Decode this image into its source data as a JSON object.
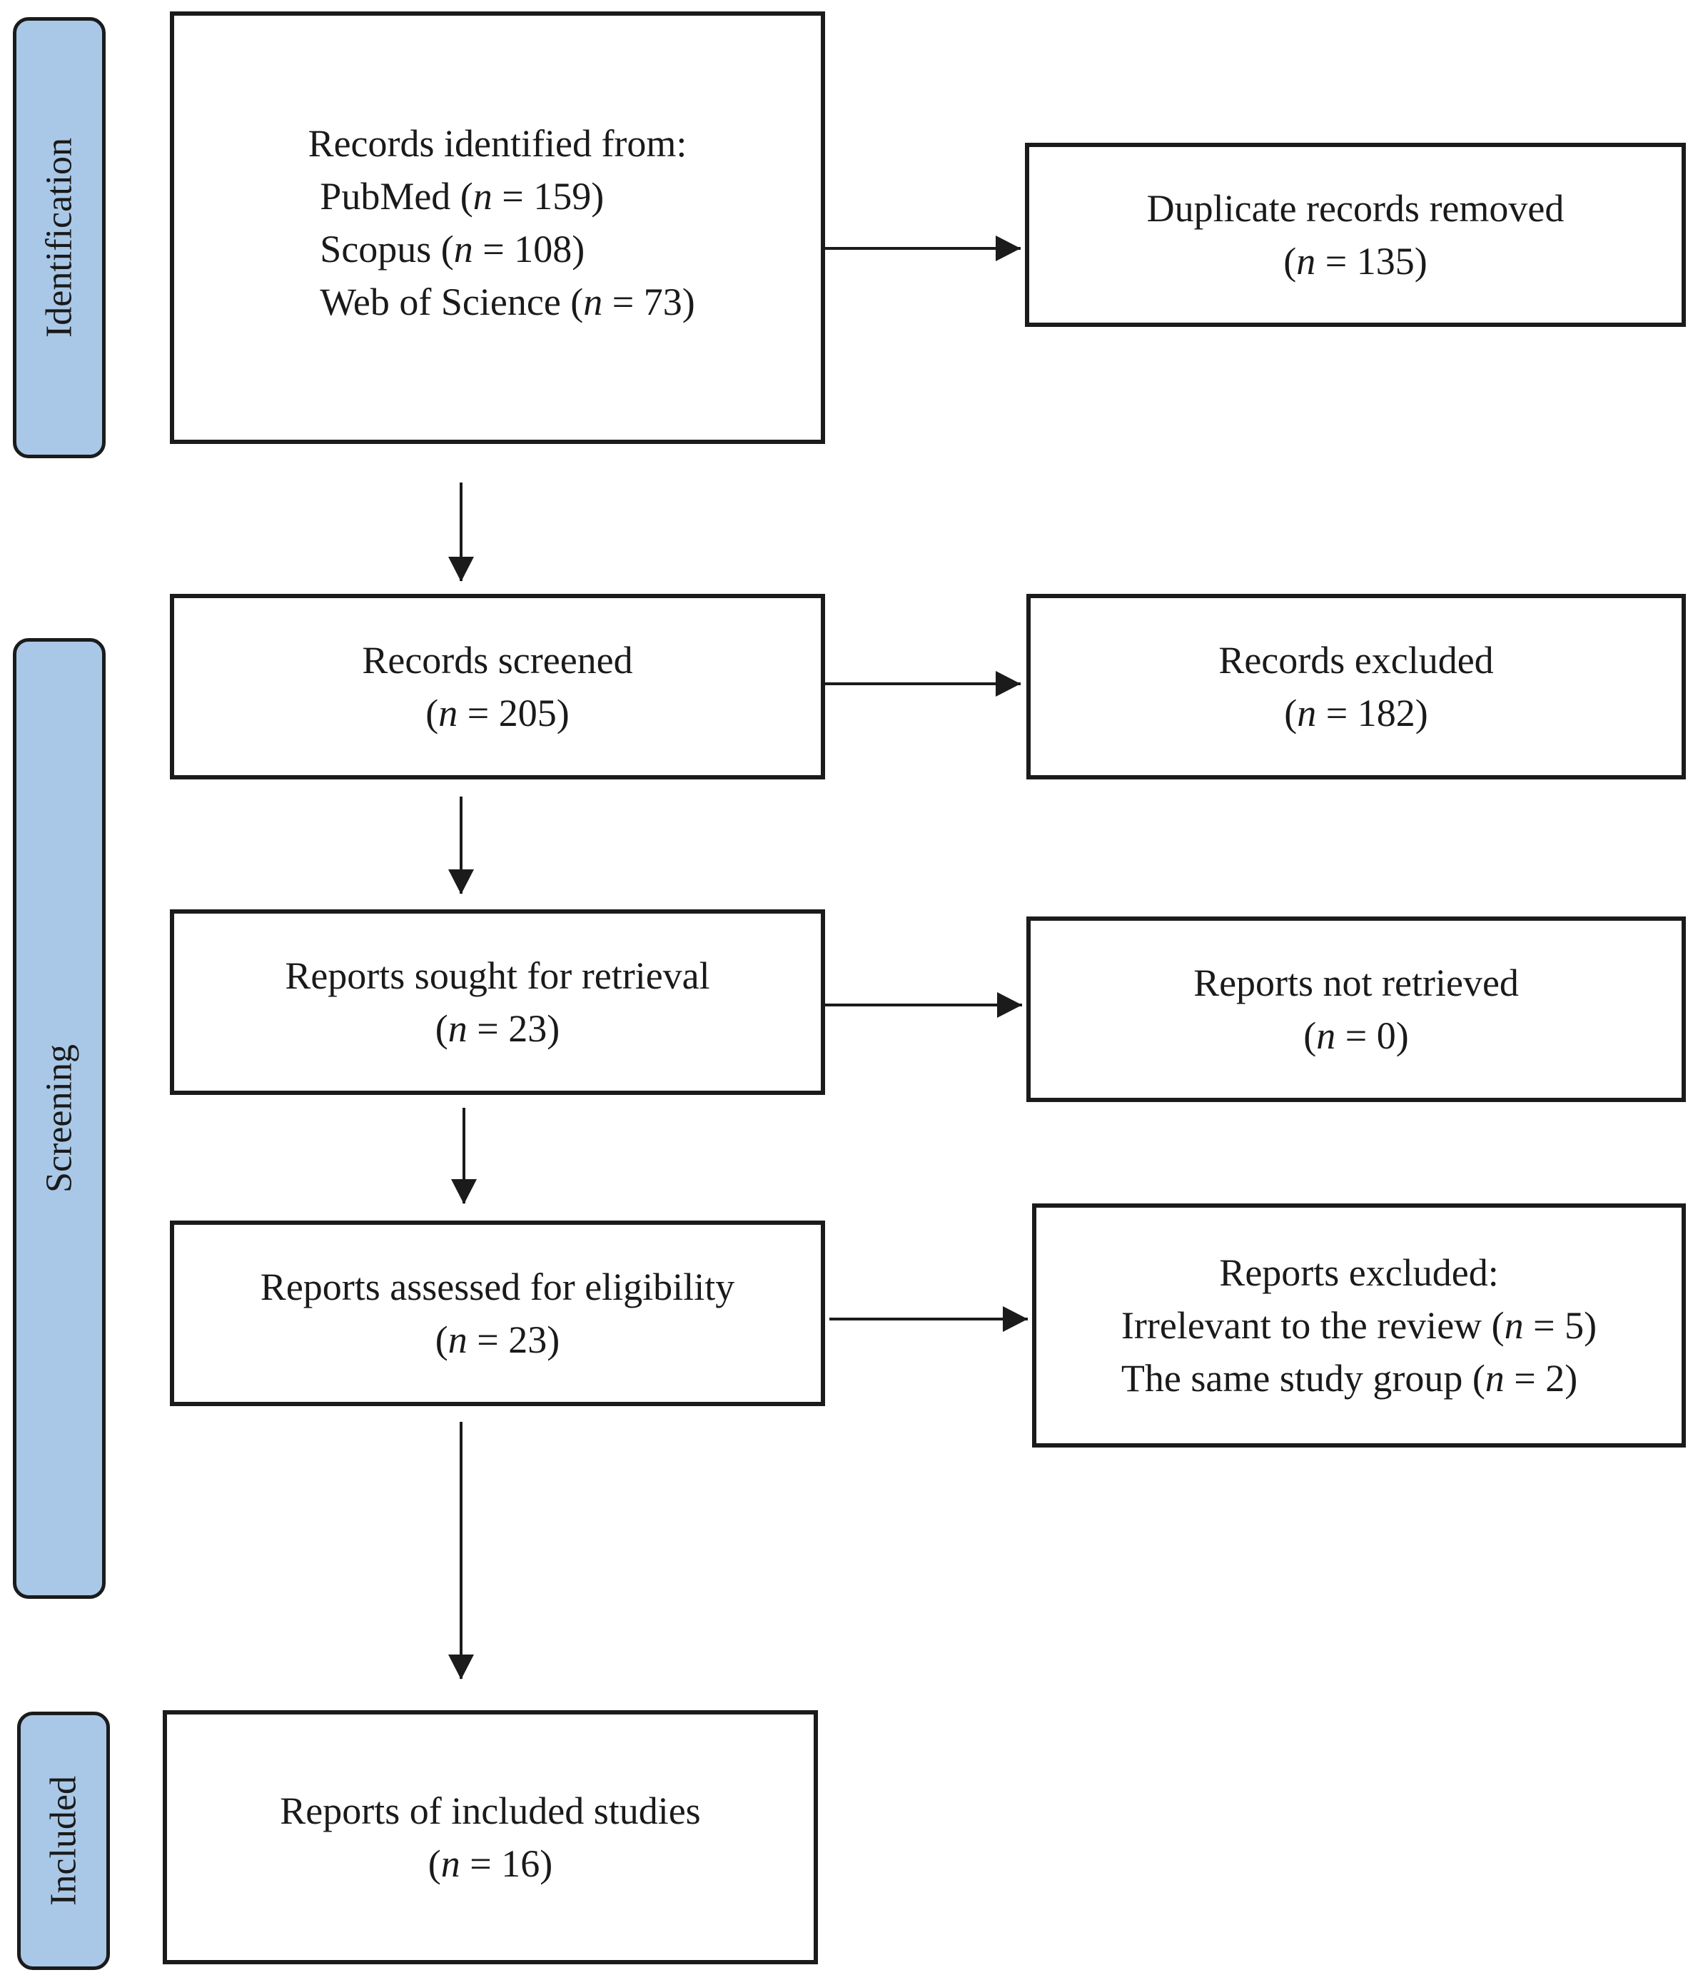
{
  "phases": {
    "identification": "Identification",
    "screening": "Screening",
    "included": "Included"
  },
  "n_symbol": "n",
  "boxes": {
    "identified": {
      "title": "Records identified from:",
      "sources": [
        {
          "name": "PubMed",
          "n": "159"
        },
        {
          "name": "Scopus",
          "n": "108"
        },
        {
          "name": "Web of Science",
          "n": "73"
        }
      ]
    },
    "duplicates": {
      "title": "Duplicate records removed",
      "n": "135"
    },
    "screened": {
      "title": "Records screened",
      "n": "205"
    },
    "excluded": {
      "title": "Records excluded",
      "n": "182"
    },
    "sought": {
      "title": "Reports sought for retrieval",
      "n": "23"
    },
    "not_retrieved": {
      "title": "Reports not retrieved",
      "n": "0"
    },
    "assessed": {
      "title": "Reports assessed for eligibility",
      "n": "23"
    },
    "reports_excluded": {
      "title": "Reports excluded:",
      "reasons": [
        {
          "name": "Irrelevant to the review",
          "n": "5"
        },
        {
          "name": "The same study group",
          "n": "2"
        }
      ]
    },
    "included": {
      "title": "Reports of included studies",
      "n": "16"
    }
  },
  "colors": {
    "phase_fill": "#a9c8e8",
    "stroke": "#1b1b1b"
  }
}
